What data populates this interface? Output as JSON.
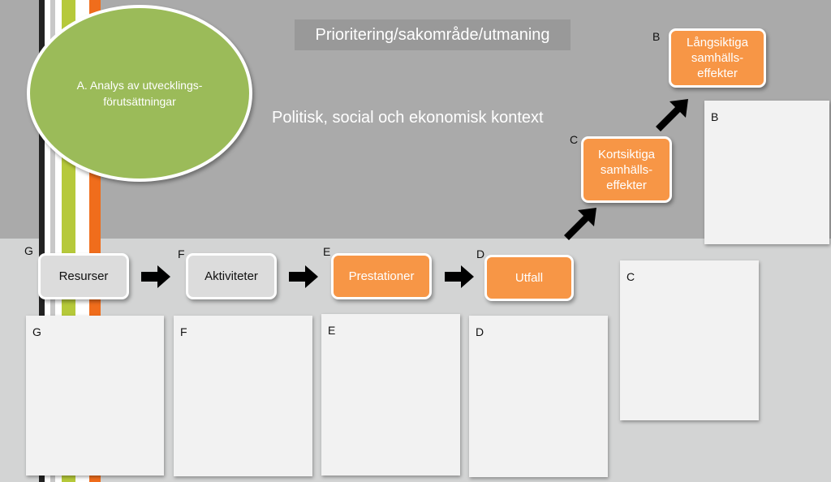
{
  "diagram": {
    "title": "Prioritering/sakområde/utmaning",
    "context": "Politisk, social och ekonomisk kontext",
    "analysis_ellipse": "A. Analys av utvecklings-förutsättningar",
    "nodes": [
      {
        "id": "G",
        "label": "Resurser"
      },
      {
        "id": "F",
        "label": "Aktiviteter"
      },
      {
        "id": "E",
        "label": "Prestationer"
      },
      {
        "id": "D",
        "label": "Utfall"
      },
      {
        "id": "C",
        "label": "Kortsiktiga samhälls-effekter"
      },
      {
        "id": "B",
        "label": "Långsiktiga samhälls-effekter"
      }
    ],
    "panels": [
      "G",
      "F",
      "E",
      "D",
      "C",
      "B"
    ]
  },
  "colors": {
    "top_band": "#aaaaaa",
    "bottom_band": "#d3d4d4",
    "ellipse": "#9bbb59",
    "orange_node": "#f79646",
    "gray_node": "#dcdcdc",
    "stripes": [
      "#222222",
      "#ffffff",
      "#c8c8c8",
      "#ffffff",
      "#b6c93a",
      "#ffffff",
      "#f06d1c"
    ]
  }
}
